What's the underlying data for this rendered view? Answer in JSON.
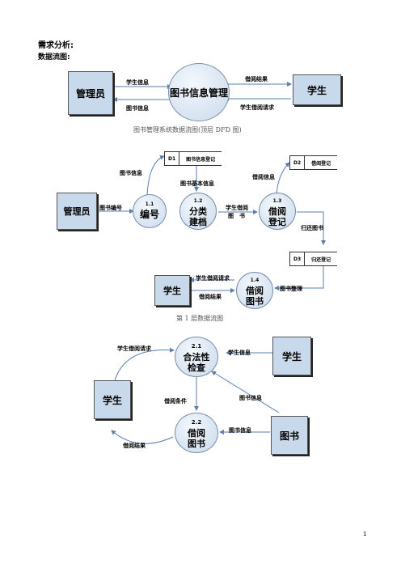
{
  "heading": "需求分析:",
  "subheading": "数据流图:",
  "captions": {
    "top": "图书管理系统数据流图(顶层 DFD 图)",
    "level1": "第 1 层数据流图"
  },
  "top_level": {
    "entities": {
      "admin": "管理员",
      "student": "学生"
    },
    "process": "图书信息管理",
    "flows": {
      "student_info": "学生信息",
      "book_info": "图书信息",
      "borrow_result": "借阅结果",
      "borrow_request": "学生借阅请求"
    }
  },
  "level1": {
    "entities": {
      "admin": "管理员",
      "student": "学生"
    },
    "processes": [
      {
        "num": "1.1",
        "name": "编号"
      },
      {
        "num": "1.2",
        "name": "分类建档"
      },
      {
        "num": "1.3",
        "name": "借阅登记"
      },
      {
        "num": "1.4",
        "name": "借阅图书"
      }
    ],
    "stores": [
      {
        "id": "D1",
        "name": "图书信息登记"
      },
      {
        "id": "D2",
        "name": "借阅登记"
      },
      {
        "id": "D3",
        "name": "归还登记"
      }
    ],
    "flows": {
      "book_info": "图书信息",
      "book_number": "图书编号",
      "book_basic_info": "图书基本信息",
      "student_borrow_line1": "学生借阅",
      "student_borrow_line2": "图　书",
      "borrow_info": "借阅信息",
      "return_book": "归还图书",
      "book_organize": "图书整理",
      "student_borrow_request": "学生借阅请求",
      "borrow_result": "借阅结果"
    }
  },
  "level2": {
    "entities": {
      "student_left": "学生",
      "student_right": "学生",
      "book": "图书"
    },
    "processes": [
      {
        "num": "2.1",
        "name": "合法性检查"
      },
      {
        "num": "2.2",
        "name": "借阅图书"
      }
    ],
    "flows": {
      "student_borrow_request": "学生借阅请求",
      "student_info": "学生信息",
      "borrow_condition": "借阅条件",
      "book_info_1": "图书信息",
      "book_info_2": "图书信息",
      "borrow_result": "借阅结果"
    }
  },
  "page_number": "1",
  "colors": {
    "arrow": "#5b7fb0",
    "entity_fill": "#c9d9ec",
    "shadow": "#222222"
  }
}
